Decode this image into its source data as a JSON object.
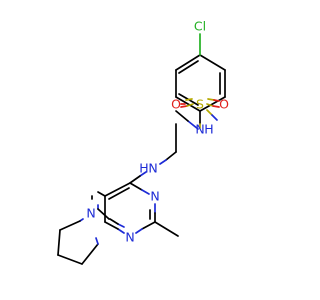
{
  "colors": {
    "background": "#ffffff",
    "carbon": "#000000",
    "nitrogen": "#1d2bd6",
    "oxygen": "#e0201c",
    "sulfur": "#b5a900",
    "chlorine": "#22b022"
  },
  "atoms": {
    "cl": "Cl",
    "s": "S",
    "o_left": "O",
    "o_right": "O",
    "n_sulfonamide": "N",
    "h_sulfonamide": "H",
    "n_amine": "N",
    "h_amine": "H",
    "n_pyrimidine_top": "N",
    "n_pyrimidine_bottom": "N",
    "n_pyrrolidine": "N"
  }
}
